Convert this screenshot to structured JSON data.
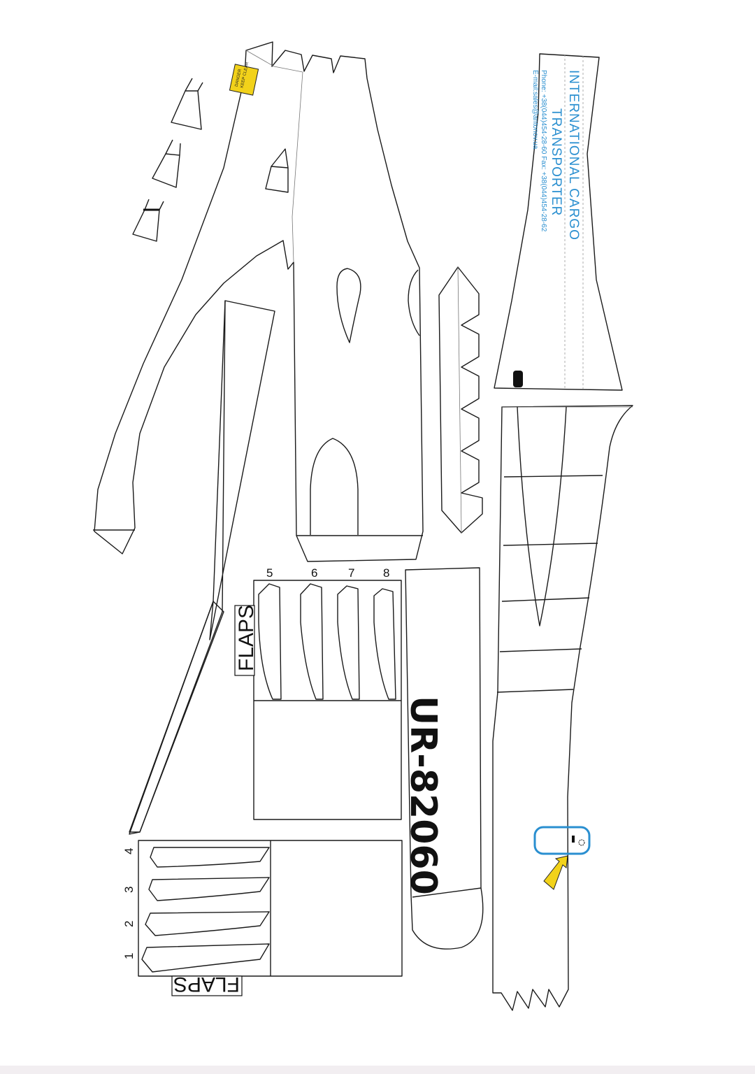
{
  "parts": {
    "flaps_top_label": "FLAPS",
    "flaps_bottom_label": "FLAPS",
    "flap_numbers_top": [
      "5",
      "6",
      "7",
      "8"
    ],
    "flap_numbers_bottom": [
      "4",
      "3",
      "2",
      "1"
    ],
    "registration": "UR-82060"
  },
  "tail": {
    "title_line1": "INTERNATIONAL CARGO",
    "title_line2": "TRANSPORTER",
    "phone_line": "Phone: +38(044)454-28-60  Fax: +38(044)454-28-62",
    "email_line": "E-mail:sales@antonov.ua"
  },
  "colors": {
    "accent_blue": "#2a8fd0",
    "warning_yellow": "#f2d21a"
  }
}
